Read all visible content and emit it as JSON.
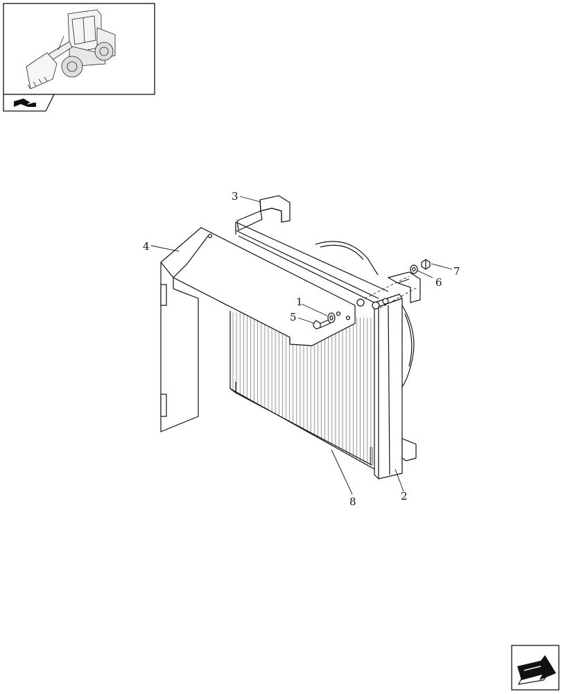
{
  "callouts": [
    {
      "id": "1",
      "label": "1"
    },
    {
      "id": "2",
      "label": "2"
    },
    {
      "id": "3",
      "label": "3"
    },
    {
      "id": "4",
      "label": "4"
    },
    {
      "id": "5",
      "label": "5"
    },
    {
      "id": "6",
      "label": "6"
    },
    {
      "id": "7",
      "label": "7"
    },
    {
      "id": "8",
      "label": "8"
    }
  ],
  "icons": {
    "thumbnail": "wheel-loader-thumbnail",
    "section_tab": "section-arrow-icon",
    "nav": "next-page-arrow-icon"
  },
  "colors": {
    "ink": "#111111",
    "background": "#ffffff"
  }
}
